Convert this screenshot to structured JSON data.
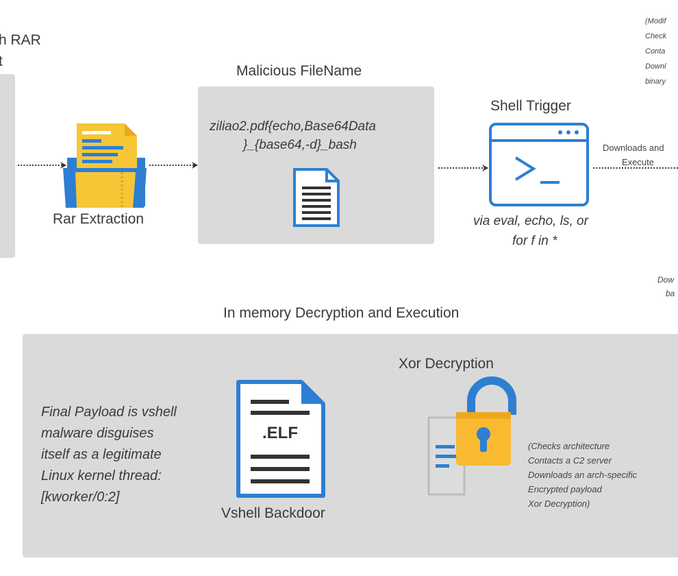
{
  "left_panel": {
    "title_line1": "h RAR",
    "title_line2": "t"
  },
  "rar_extraction": {
    "label": "Rar Extraction"
  },
  "malicious_filename": {
    "title": "Malicious FileName",
    "filename_line1": "ziliao2.pdf{echo,Base64Data",
    "filename_line2": "}_{base64,-d}_bash"
  },
  "shell_trigger": {
    "title": "Shell Trigger",
    "caption_line1": "via eval, echo, ls, or",
    "caption_line2": "for f in *"
  },
  "downloads_execute": {
    "line1": "Downloads and",
    "line2": "Execute"
  },
  "top_right_note": [
    "(Modif",
    "Check",
    "Conta",
    "Downl",
    "binary"
  ],
  "right_mid_note": {
    "line1": "Dow",
    "line2": "ba"
  },
  "memory_section": {
    "title": "In memory Decryption and Execution",
    "final_payload": [
      " Final Payload is vshell",
      "malware disguises",
      "itself as a legitimate",
      "Linux kernel thread:",
      "[kworker/0:2]"
    ],
    "elf_label": ".ELF",
    "vshell_label": "Vshell Backdoor",
    "xor_title": "Xor Decryption",
    "xor_notes": [
      "(Checks architecture",
      "Contacts a C2 server",
      "Downloads an arch-specific",
      "Encrypted payload",
      "Xor Decryption)"
    ]
  },
  "colors": {
    "panel": "#dadada",
    "blue": "#2e7fd2",
    "folder_yellow": "#f7c637",
    "lock_yellow": "#f9ba32",
    "arrow": "#333333"
  }
}
